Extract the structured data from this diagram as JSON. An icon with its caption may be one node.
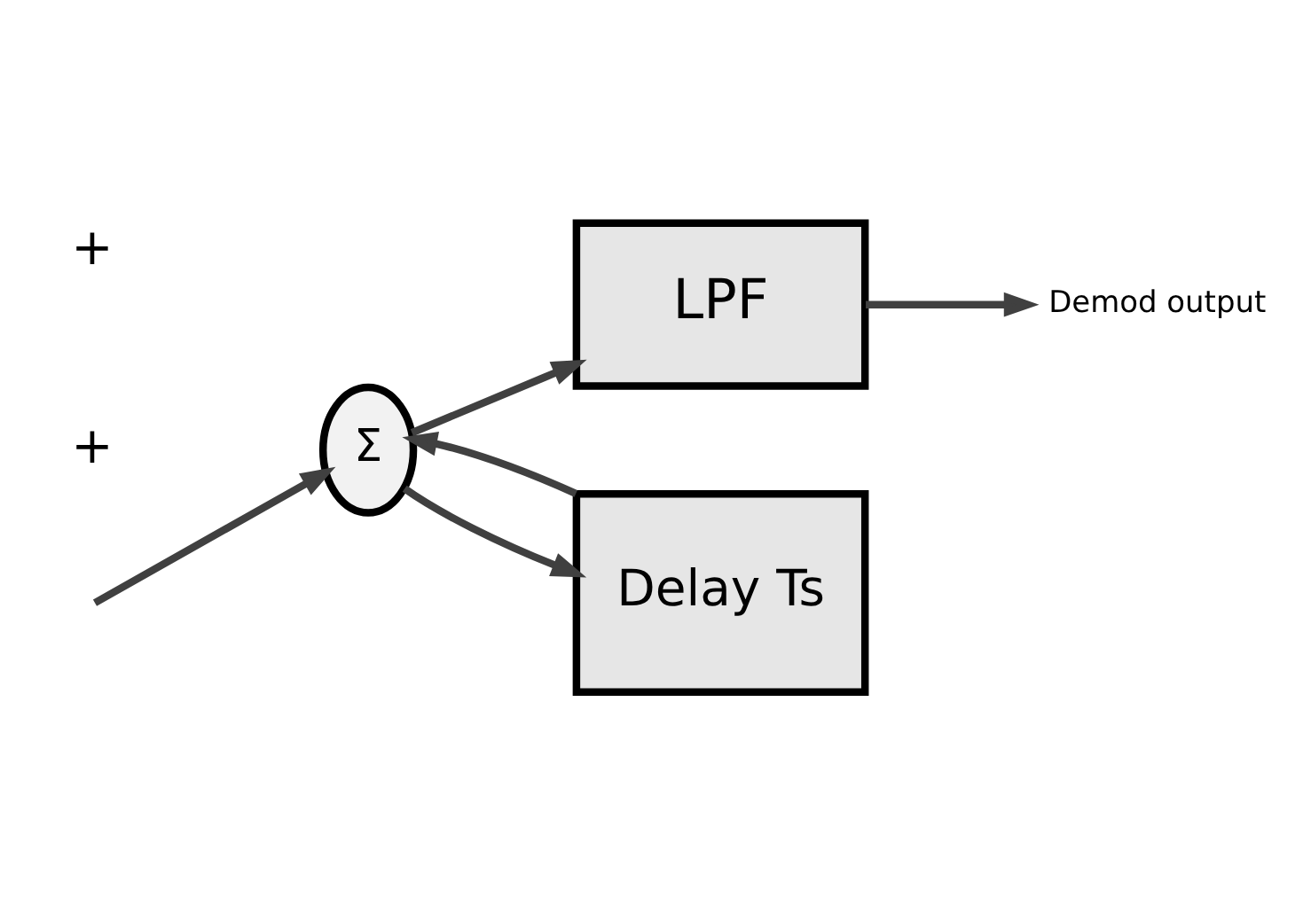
{
  "diagram": {
    "nodes": [
      {
        "text": [
          "Σ"
        ]
      },
      {
        "text": [
          "LPF"
        ]
      },
      {
        "text": [
          "Delay Ts"
        ]
      },
      {
        "text": [
          "Demod output"
        ]
      }
    ],
    "edges": [
      {
        "from": null,
        "to": 0,
        "arrow": "to"
      },
      {
        "from": 0,
        "to": 1,
        "arrow": "to"
      },
      {
        "from": 1,
        "to": 3,
        "arrow": "to"
      },
      {
        "from": 0,
        "to": 2,
        "arrow": "to"
      },
      {
        "from": 2,
        "to": 0,
        "arrow": "to"
      }
    ],
    "labels": [
      "+",
      "+"
    ]
  }
}
